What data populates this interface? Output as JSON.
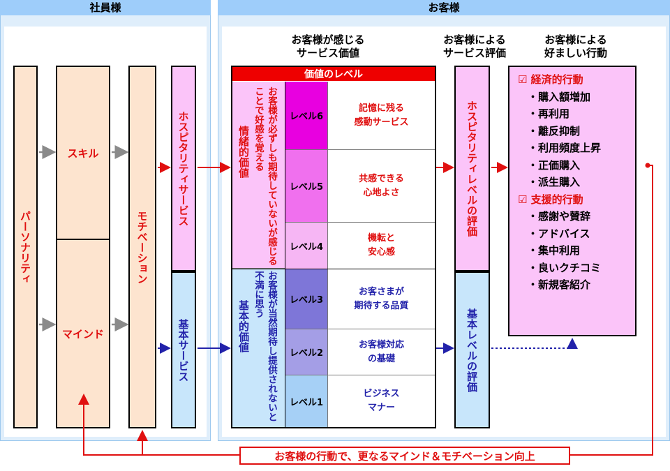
{
  "staff": {
    "title": "社員様",
    "personality": "パーソナリティ",
    "skill": "スキル",
    "mind": "マインド",
    "motivation": "モチベーション",
    "hospitality_service": "ホスピタリティサービス",
    "basic_service": "基本サービス"
  },
  "customer": {
    "title": "お客様",
    "header_value": "お客様が感じる\nサービス価値",
    "header_eval": "お客様による\nサービス評価",
    "header_behavior": "お客様による\n好ましい行動",
    "value_levels_title": "価値のレベル",
    "emotional_desc": "お客様が必ずしも期待していないが感じることで好感を覚える",
    "emotional_value": "情緒的価値",
    "basic_desc": "お客様が当然期待し提供されないと不満に思う",
    "basic_value": "基本的価値",
    "levels": [
      {
        "label": "レベル6",
        "text": "記憶に残る\n感動サービス",
        "color": "#e800e0"
      },
      {
        "label": "レベル5",
        "text": "共感できる\n心地よさ",
        "color": "#f070ee"
      },
      {
        "label": "レベル4",
        "text": "機転と\n安心感",
        "color": "#f6b6f4"
      },
      {
        "label": "レベル3",
        "text": "お客さまが\n期待する品質",
        "color": "#7e76d8"
      },
      {
        "label": "レベル2",
        "text": "お客様対応\nの基礎",
        "color": "#a49ee6"
      },
      {
        "label": "レベル1",
        "text": "ビジネス\nマナー",
        "color": "#a6d0f6"
      }
    ],
    "hospitality_eval": "ホスピタリティレベルの評価",
    "basic_eval": "基本レベルの評価",
    "behaviors": {
      "economic_head": "☑ 経済的行動",
      "economic": [
        "・購入額増加",
        "・再利用",
        "・離反抑制",
        "・利用頻度上昇",
        "・正価購入",
        "・派生購入"
      ],
      "support_head": "☑ 支援的行動",
      "support": [
        "・感謝や賛辞",
        "・アドバイス",
        "・集中利用",
        "・良いクチコミ",
        "・新規客紹介"
      ]
    }
  },
  "feedback": "お客様の行動で、更なるマインド＆モチベーション向上",
  "colors": {
    "red": "#e01010",
    "blue": "#2222aa",
    "panel": "#dfeefb",
    "panel_header": "#9ecdfa"
  }
}
